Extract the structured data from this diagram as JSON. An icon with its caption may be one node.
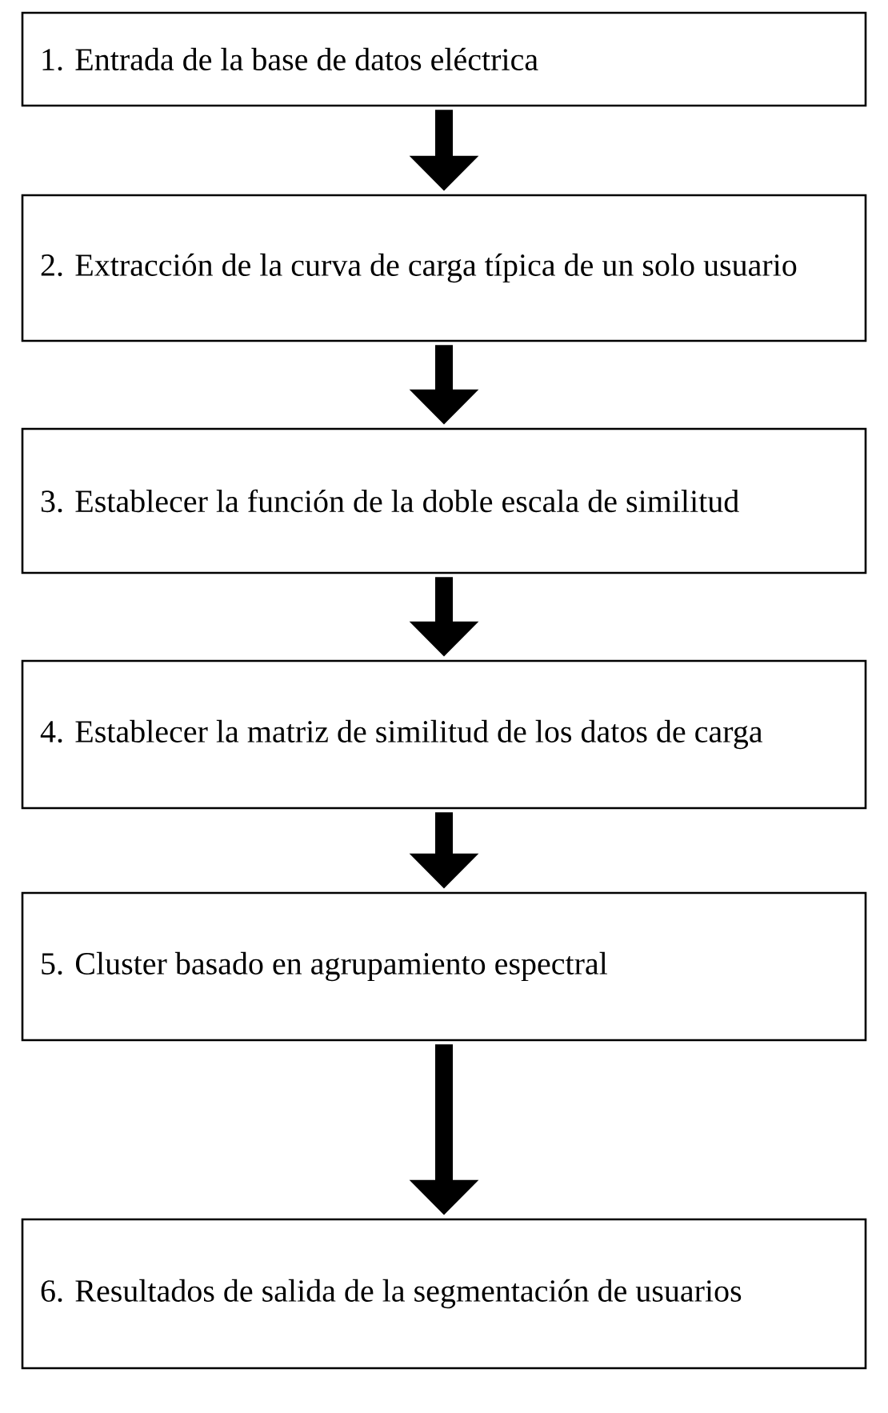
{
  "diagram": {
    "nodes": [
      {
        "text": [
          "1. Entrada de la base de datos eléctrica"
        ]
      },
      {
        "text": [
          "2. Extracción de la curva de carga típica de un solo usuario"
        ]
      },
      {
        "text": [
          "3. Establecer la función de la doble escala de similitud"
        ]
      },
      {
        "text": [
          "4. Establecer la matriz de similitud de los datos de carga"
        ]
      },
      {
        "text": [
          "5. Cluster basado en agrupamiento espectral"
        ]
      },
      {
        "text": [
          "6. Resultados de salida de la segmentación de usuarios"
        ]
      }
    ],
    "edges": [
      {
        "from": 0,
        "to": 1,
        "arrow": "to"
      },
      {
        "from": 1,
        "to": 2,
        "arrow": "to"
      },
      {
        "from": 2,
        "to": 3,
        "arrow": "to"
      },
      {
        "from": 3,
        "to": 4,
        "arrow": "to"
      },
      {
        "from": 4,
        "to": 5,
        "arrow": "to"
      }
    ]
  }
}
